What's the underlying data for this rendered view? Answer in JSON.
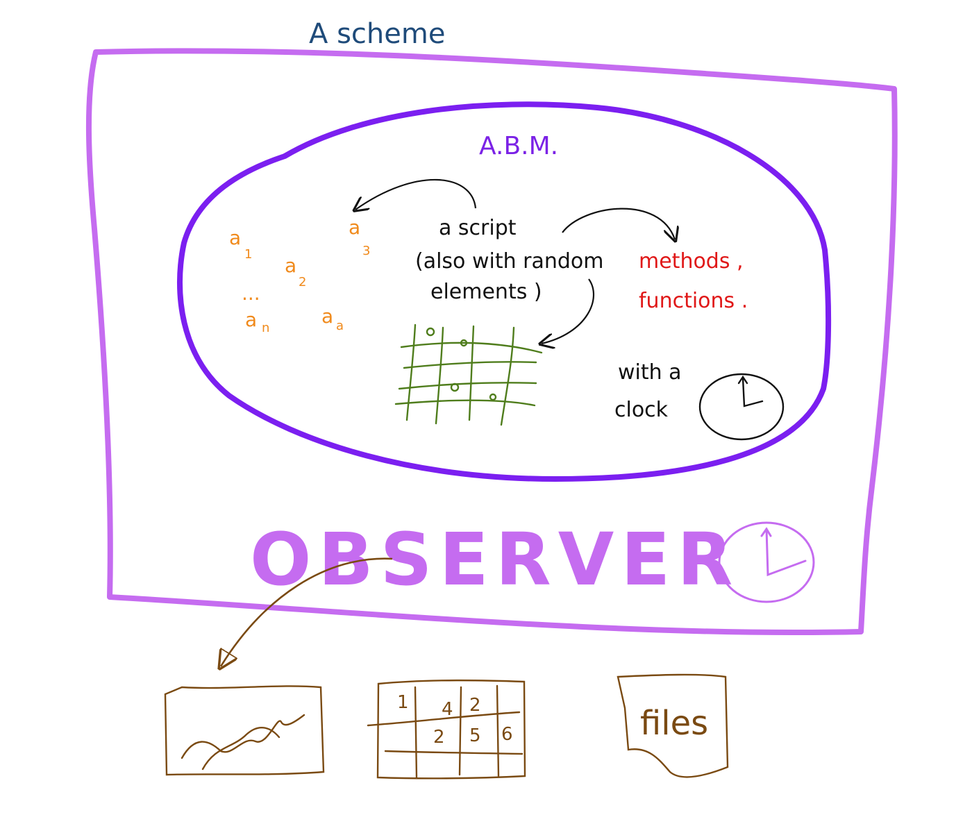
{
  "title": "A scheme",
  "abm_label": "A.B.M.",
  "agents": [
    {
      "name": "a",
      "sub": "1"
    },
    {
      "name": "a",
      "sub": "2"
    },
    {
      "name": "a",
      "sub": "3"
    },
    {
      "name": "a",
      "sub": "n"
    },
    {
      "name": "a",
      "sub": "a"
    }
  ],
  "agents_ellipsis": "...",
  "script": {
    "line1": "a script",
    "line2": "(also with random",
    "line3": "elements )"
  },
  "methods": {
    "line1": "methods ,",
    "line2": "functions ."
  },
  "clock_text": {
    "line1": "with a",
    "line2": "clock"
  },
  "observer_label": "OBSERVER",
  "outputs": {
    "table_cells": [
      "1",
      "4",
      "2",
      "2",
      "5",
      "6"
    ],
    "files_label": "files"
  },
  "colors": {
    "outer_frame": "#c56cf0",
    "abm_ellipse": "#7b1ff0",
    "title": "#1f4b7a",
    "agents": "#f08a1c",
    "methods": "#e01818",
    "grid": "#4f7d1c",
    "outputs": "#7a4a12"
  },
  "icons": [
    "arrow-icon",
    "grid-icon",
    "clock-icon",
    "line-chart-icon",
    "table-icon",
    "file-icon"
  ]
}
